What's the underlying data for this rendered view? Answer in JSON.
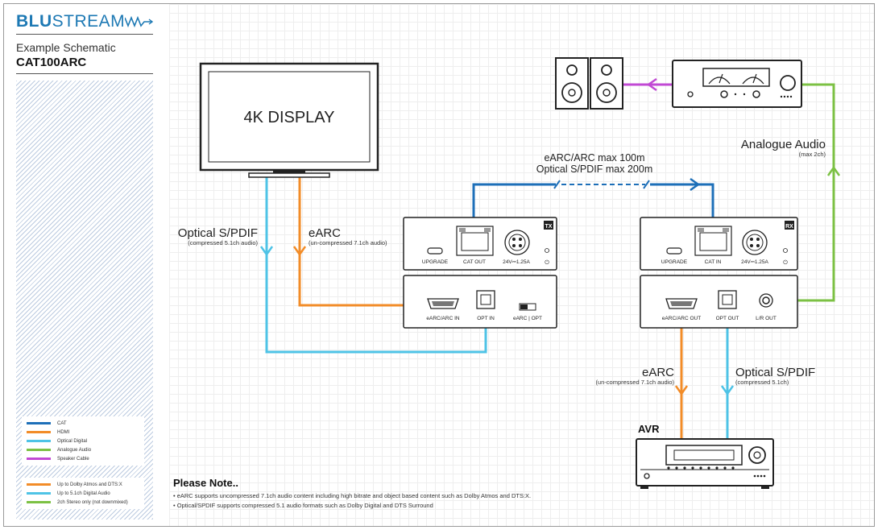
{
  "header": {
    "logo_bold": "BLU",
    "logo_rest": "STREAM",
    "subtitle": "Example Schematic",
    "model": "CAT100ARC"
  },
  "legend_cables": [
    {
      "label": "CAT",
      "color": "#1d6fb8"
    },
    {
      "label": "HDMI",
      "color": "#f28c28"
    },
    {
      "label": "Optical Digital",
      "color": "#4ec3e6"
    },
    {
      "label": "Analogue Audio",
      "color": "#7cc144"
    },
    {
      "label": "Speaker Cable",
      "color": "#c149d4"
    }
  ],
  "legend_formats": [
    {
      "label": "Up to Dolby Atmos and DTS:X",
      "color": "#f28c28"
    },
    {
      "label": "Up to 5.1ch Digital Audio",
      "color": "#4ec3e6"
    },
    {
      "label": "2ch Stereo only (not downmixed)",
      "color": "#7cc144"
    }
  ],
  "display": {
    "label": "4K DISPLAY"
  },
  "labels": {
    "optical_left": "Optical S/PDIF",
    "optical_left_sub": "(compressed 5.1ch audio)",
    "earc_left": "eARC",
    "earc_left_sub": "(un-compressed 7.1ch audio)",
    "distance_1": "eARC/ARC max 100m",
    "distance_2": "Optical S/PDIF max 200m",
    "analogue": "Analogue Audio",
    "analogue_sub": "(max 2ch)",
    "earc_right": "eARC",
    "earc_right_sub": "(un-compressed 7.1ch audio)",
    "optical_right": "Optical S/PDIF",
    "optical_right_sub": "(compressed 5.1ch)",
    "avr": "AVR"
  },
  "tx": {
    "badge": "TX",
    "upgrade": "UPGRADE",
    "cat_port": "CAT OUT",
    "power": "24V⎓1.25A",
    "hdmi_port": "eARC/ARC IN",
    "opt_port": "OPT IN",
    "switch": "eARC | OPT"
  },
  "rx": {
    "badge": "RX",
    "upgrade": "UPGRADE",
    "cat_port": "CAT IN",
    "power": "24V⎓1.25A",
    "hdmi_port": "eARC/ARC OUT",
    "opt_port": "OPT OUT",
    "lr_port": "L/R OUT"
  },
  "notes": {
    "title": "Please Note..",
    "items": [
      "• eARC supports uncompressed 7.1ch audio content including high bitrate and object based content such as Dolby Atmos and DTS:X.",
      "• Optical/SPDIF supports compressed 5.1 audio formats such as Dolby Digital and DTS Surround"
    ]
  }
}
